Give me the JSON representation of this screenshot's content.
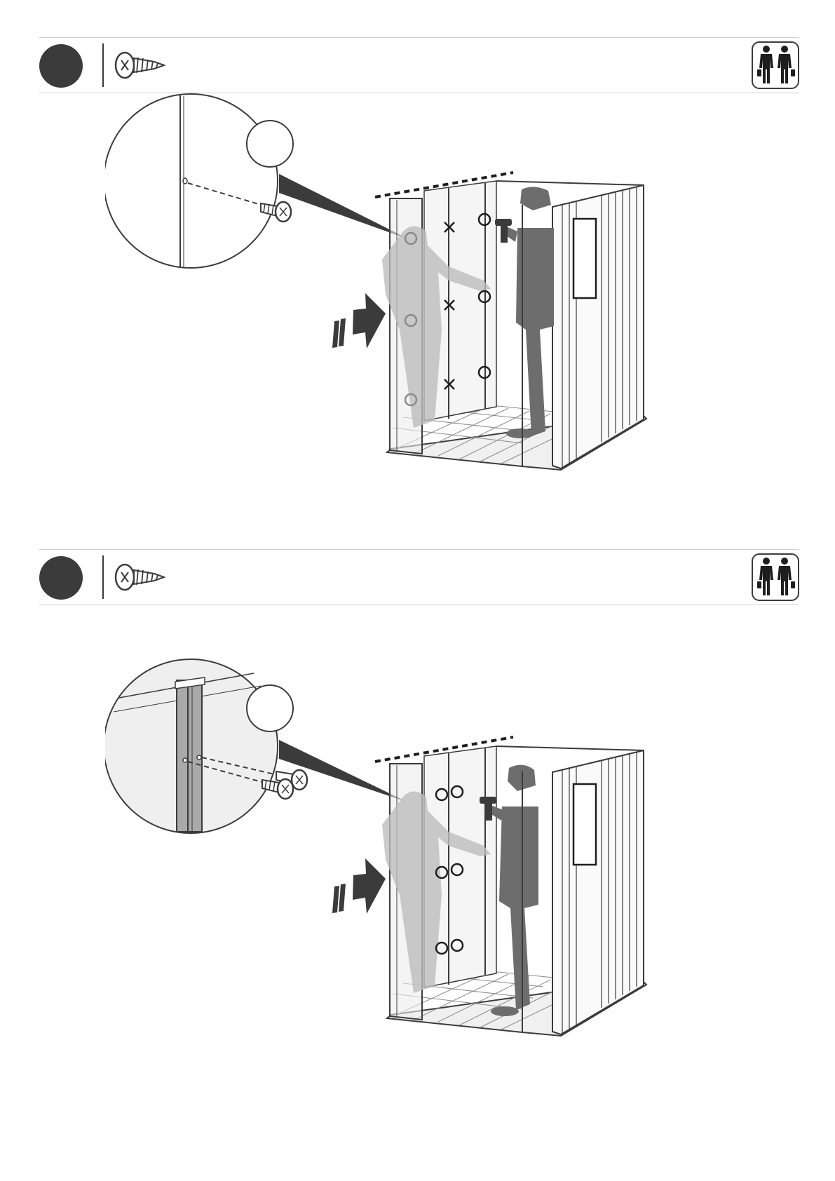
{
  "steps": [
    {
      "number": "",
      "hardware_icon": "screw-icon",
      "people_icon": "two-person-icon",
      "detail_quantity": "",
      "hole_marks": [
        "circle",
        "cross",
        "circle",
        "circle",
        "cross",
        "circle",
        "circle",
        "cross",
        "circle"
      ]
    },
    {
      "number": "",
      "hardware_icon": "screw-icon",
      "people_icon": "two-person-icon",
      "detail_quantity": "",
      "hole_marks": [
        "double-circle",
        "double-circle",
        "double-circle"
      ]
    }
  ],
  "colors": {
    "ink": "#3b3b3b",
    "figure": "#6d6d6d",
    "figure_faded": "#bdbdbd",
    "rule": "#cfcfcf"
  }
}
